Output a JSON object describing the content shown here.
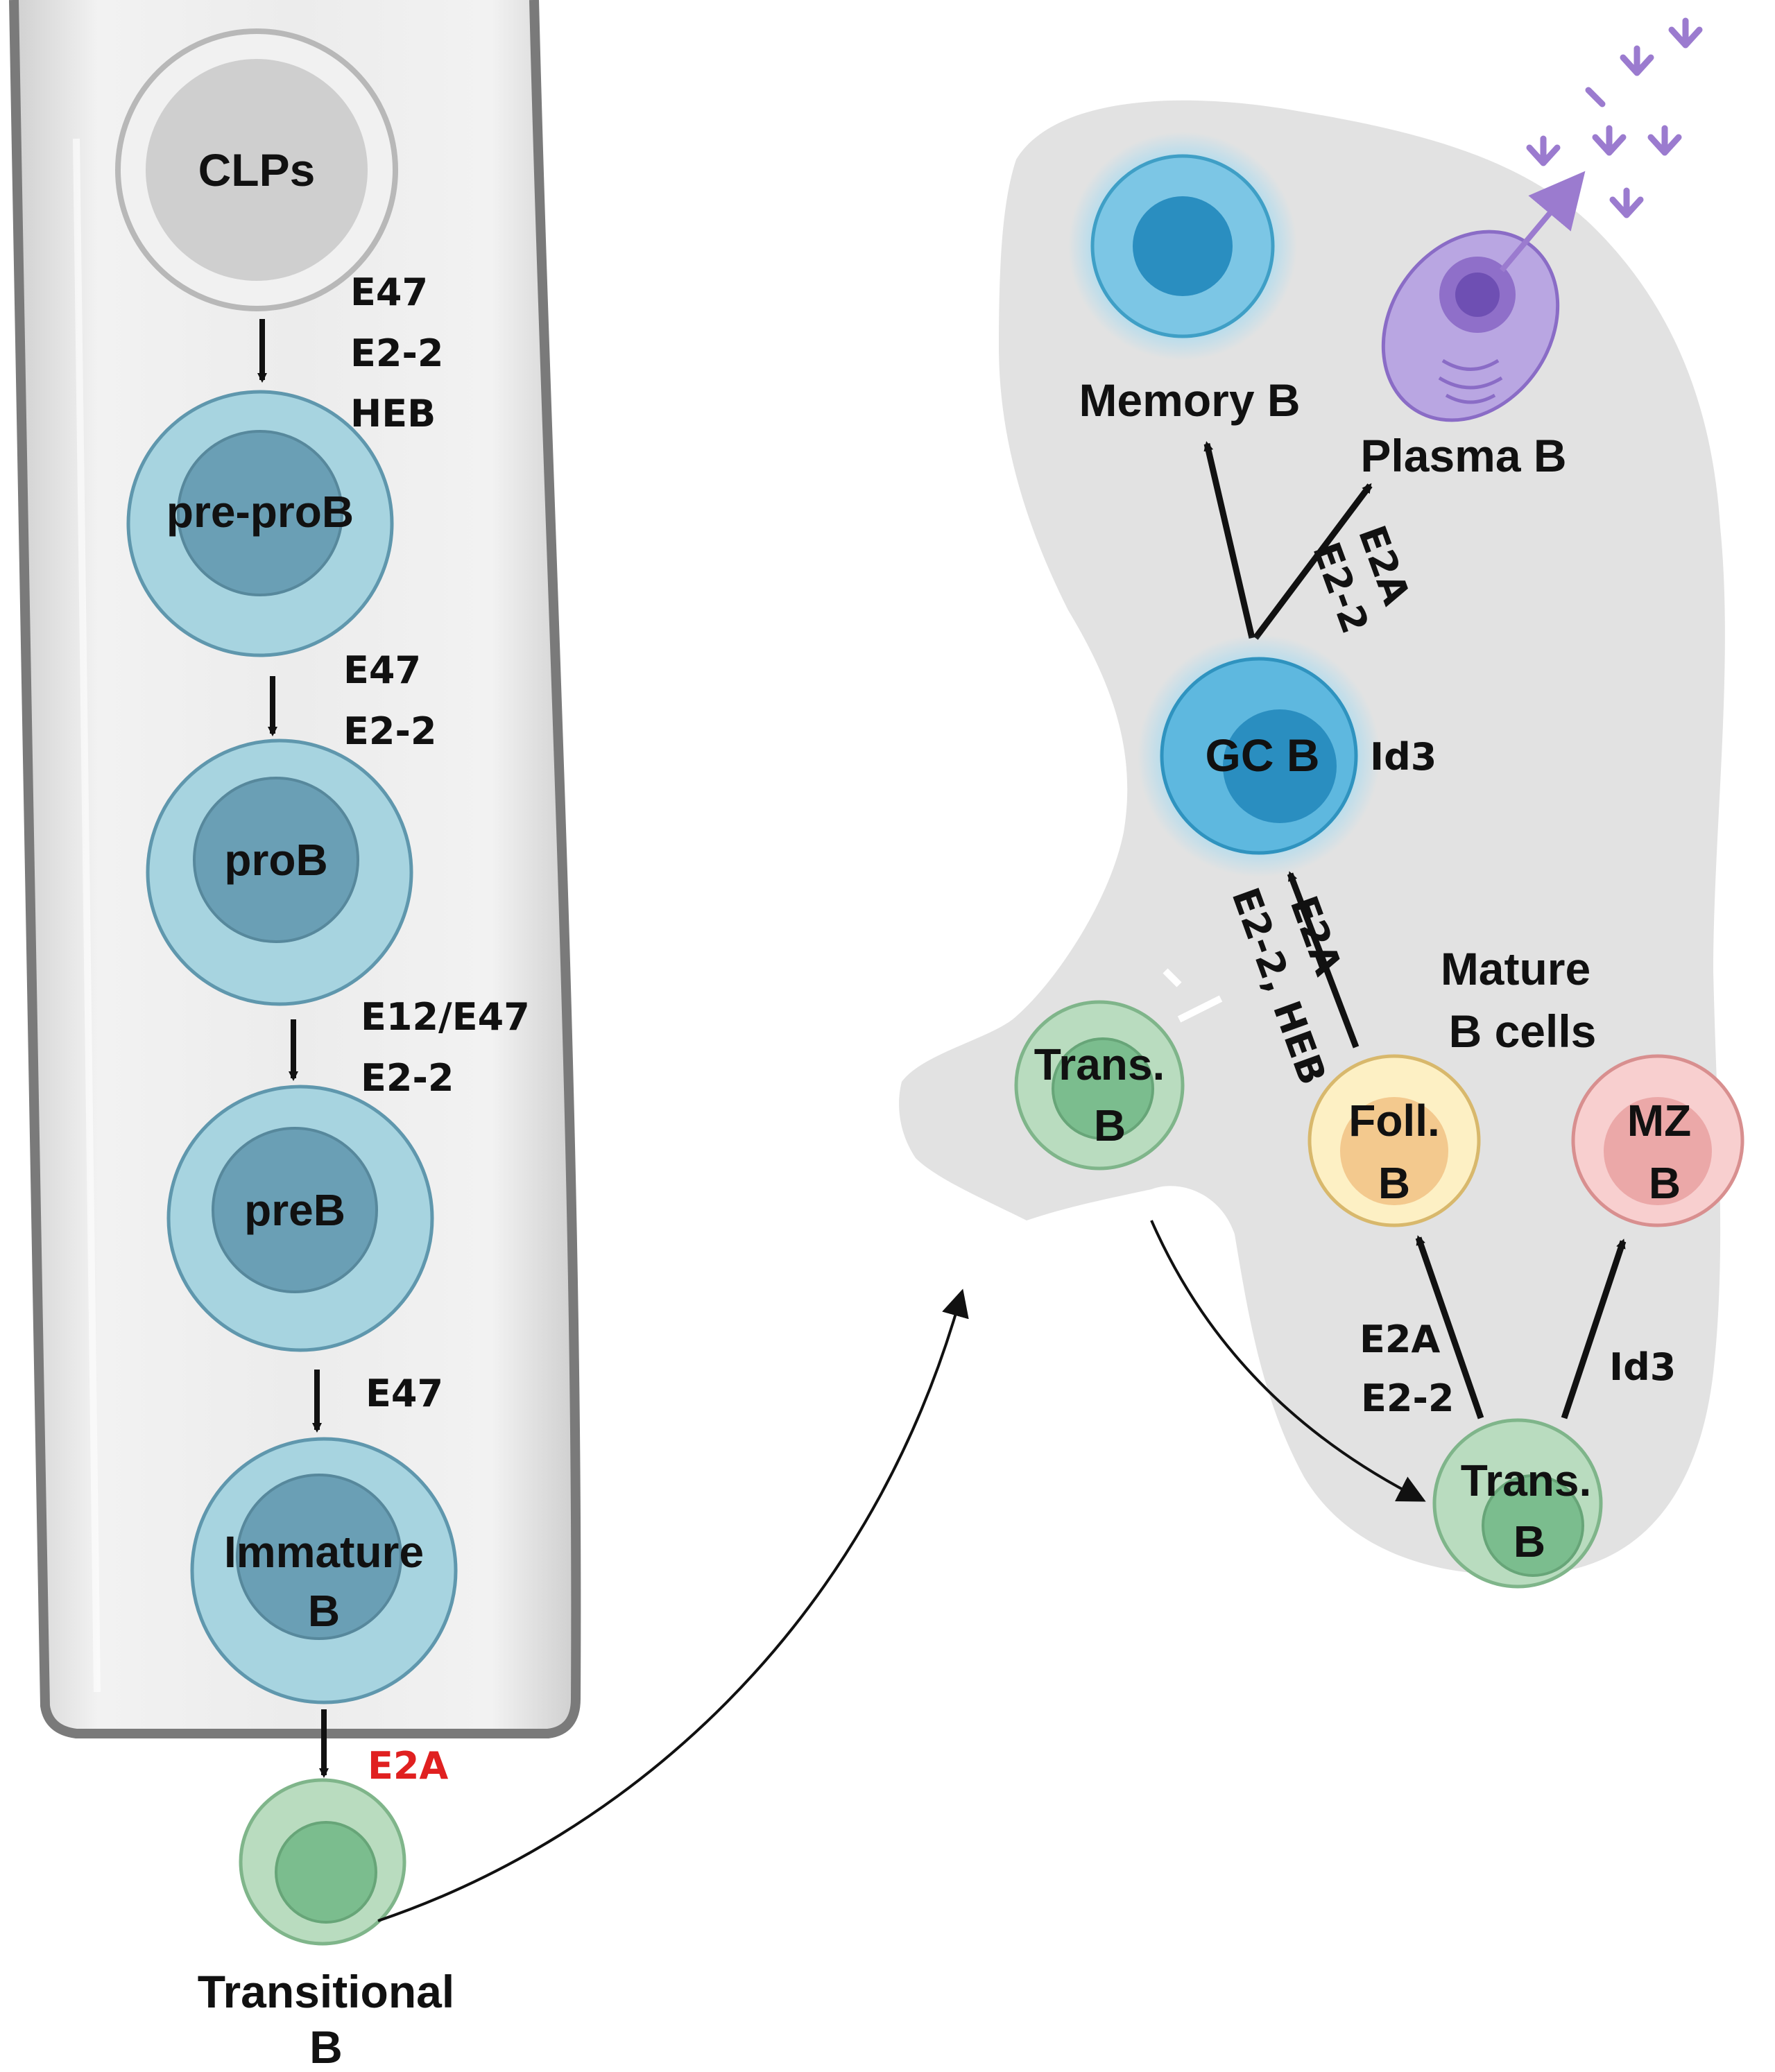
{
  "colors": {
    "bone_fill": "#e4e4e4",
    "bone_outline": "#7a7a7a",
    "spleen_fill": "#e2e2e2",
    "blue_outer": "#a7d4e0",
    "blue_inner": "#6a9fb5",
    "green_outer": "#b9dcbf",
    "green_inner": "#7bbd8e",
    "yellow_outer": "#fdf0c4",
    "yellow_inner": "#f3c98e",
    "pink_outer": "#f8cfcf",
    "pink_inner": "#eba8a8",
    "gc_outer": "#5eb8df",
    "gc_inner": "#2a8ec0",
    "plasma": "#a78bd6",
    "antibody": "#9b7bcf",
    "red_label": "#e02020"
  },
  "bone_marrow": {
    "cells": {
      "clp": "CLPs",
      "pre_prob": "pre-proB",
      "prob": "proB",
      "preb": "preB",
      "immature_1": "Immature",
      "immature_2": "B",
      "transitional_1": "Transitional",
      "transitional_2": "B"
    },
    "factors": {
      "clp_to_preprob": [
        "E47",
        "E2-2",
        "HEB"
      ],
      "preprob_to_prob": [
        "E47",
        "E2-2"
      ],
      "prob_to_preb": [
        "E12/E47",
        "E2-2"
      ],
      "preb_to_immature": [
        "E47"
      ],
      "immature_to_transitional": "E2A"
    }
  },
  "spleen": {
    "cells": {
      "trans_entry_1": "Trans.",
      "trans_entry_2": "B",
      "trans_bottom_1": "Trans.",
      "trans_bottom_2": "B",
      "foll_1": "Foll.",
      "foll_2": "B",
      "mz_1": "MZ",
      "mz_2": "B",
      "gc": "GC B",
      "memory": "Memory B",
      "plasma": "Plasma B"
    },
    "mature_label": [
      "Mature",
      "B cells"
    ],
    "factors": {
      "trans_to_foll": [
        "E2A",
        "E2-2"
      ],
      "trans_to_mz": "Id3",
      "foll_to_gc_a": "E2A",
      "foll_to_gc_b": "E2-2, HEB",
      "gc_side": "Id3",
      "gc_to_plasma_a": "E2A",
      "gc_to_plasma_b": "E2-2"
    }
  }
}
